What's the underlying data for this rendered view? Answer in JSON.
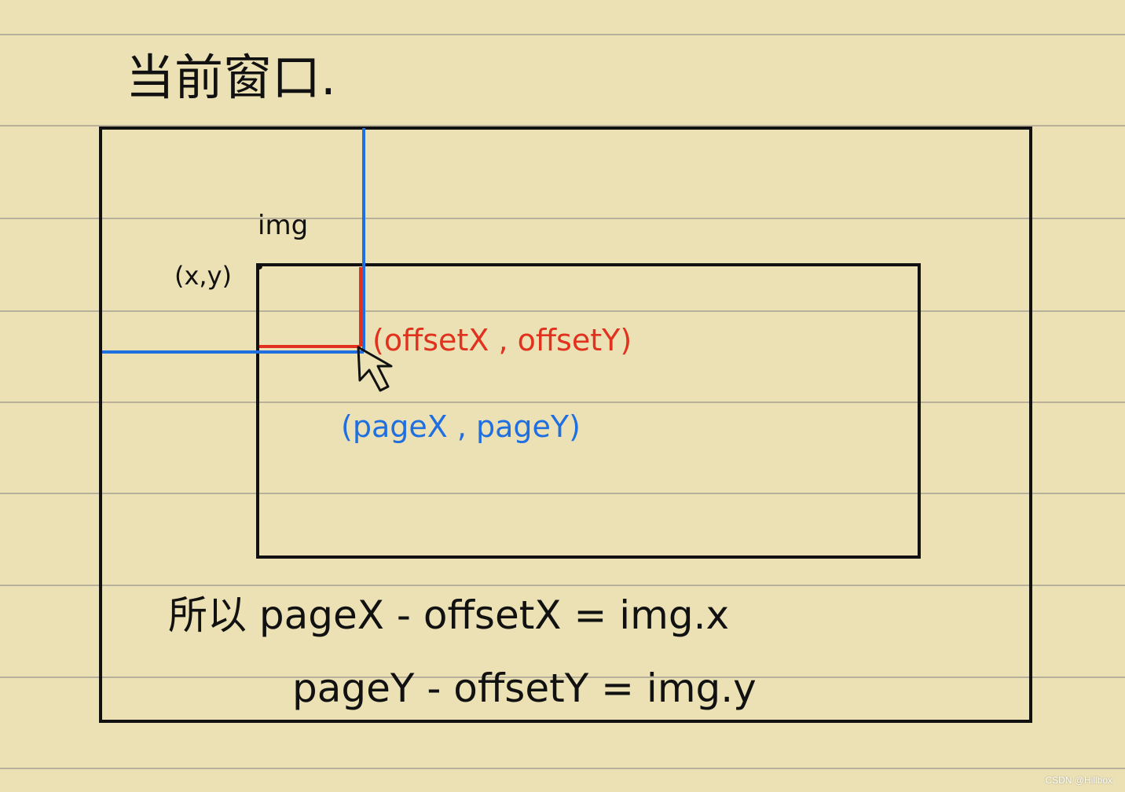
{
  "title": "当前窗口.",
  "labels": {
    "img": "img",
    "origin": "(x,y)",
    "offset": "(offsetX , offsetY)",
    "page": "(pageX , pageY)"
  },
  "formulas": {
    "line1": "所以 pageX - offsetX = img.x",
    "line2": "pageY - offsetY = img.y"
  },
  "watermark": "CSDN @Hillbox",
  "colors": {
    "paper": "#ebe1b4",
    "rule_line": "#b8b09a",
    "ink": "#111111",
    "page_coord": "#1f6fe0",
    "offset_coord": "#e0321e"
  },
  "icons": [
    "mouse-cursor-icon"
  ]
}
